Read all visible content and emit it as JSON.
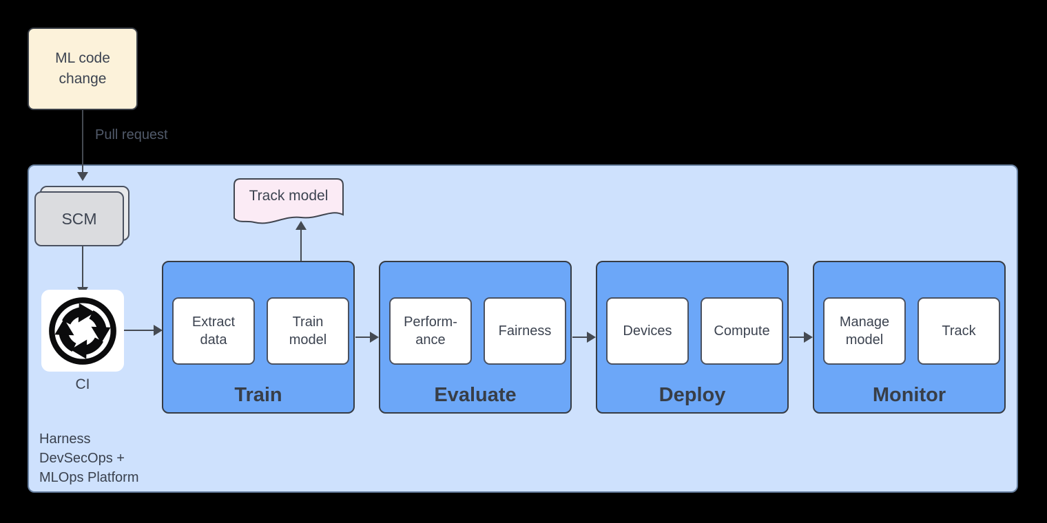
{
  "colors": {
    "background": "#000000",
    "ml_code_fill": "#FCF2DA",
    "platform_fill": "#CEE1FD",
    "platform_border": "#6881A1",
    "stage_fill": "#6CA7F8",
    "step_fill": "#FFFFFF",
    "scm_fill": "#DBDCDF",
    "doc_fill": "#FBEBF5",
    "dark_border": "#3A3F47",
    "text_dark": "#3C4350",
    "muted_label": "#515A6A",
    "arrow": "#454A52",
    "ci_icon": "#0B0B0C"
  },
  "nodes": {
    "ml_code_change": "ML code\nchange",
    "pull_request": "Pull request",
    "scm": "SCM",
    "ci": "CI",
    "track_model": "Track model",
    "platform_label": "Harness\nDevSecOps +\nMLOps Platform"
  },
  "stages": [
    {
      "label": "Train",
      "steps": [
        "Extract\ndata",
        "Train\nmodel"
      ]
    },
    {
      "label": "Evaluate",
      "steps": [
        "Perform-\nance",
        "Fairness"
      ]
    },
    {
      "label": "Deploy",
      "steps": [
        "Devices",
        "Compute"
      ]
    },
    {
      "label": "Monitor",
      "steps": [
        "Manage\nmodel",
        "Track"
      ]
    }
  ],
  "icons": {
    "ci": "circular-arrows-cycle-icon"
  }
}
